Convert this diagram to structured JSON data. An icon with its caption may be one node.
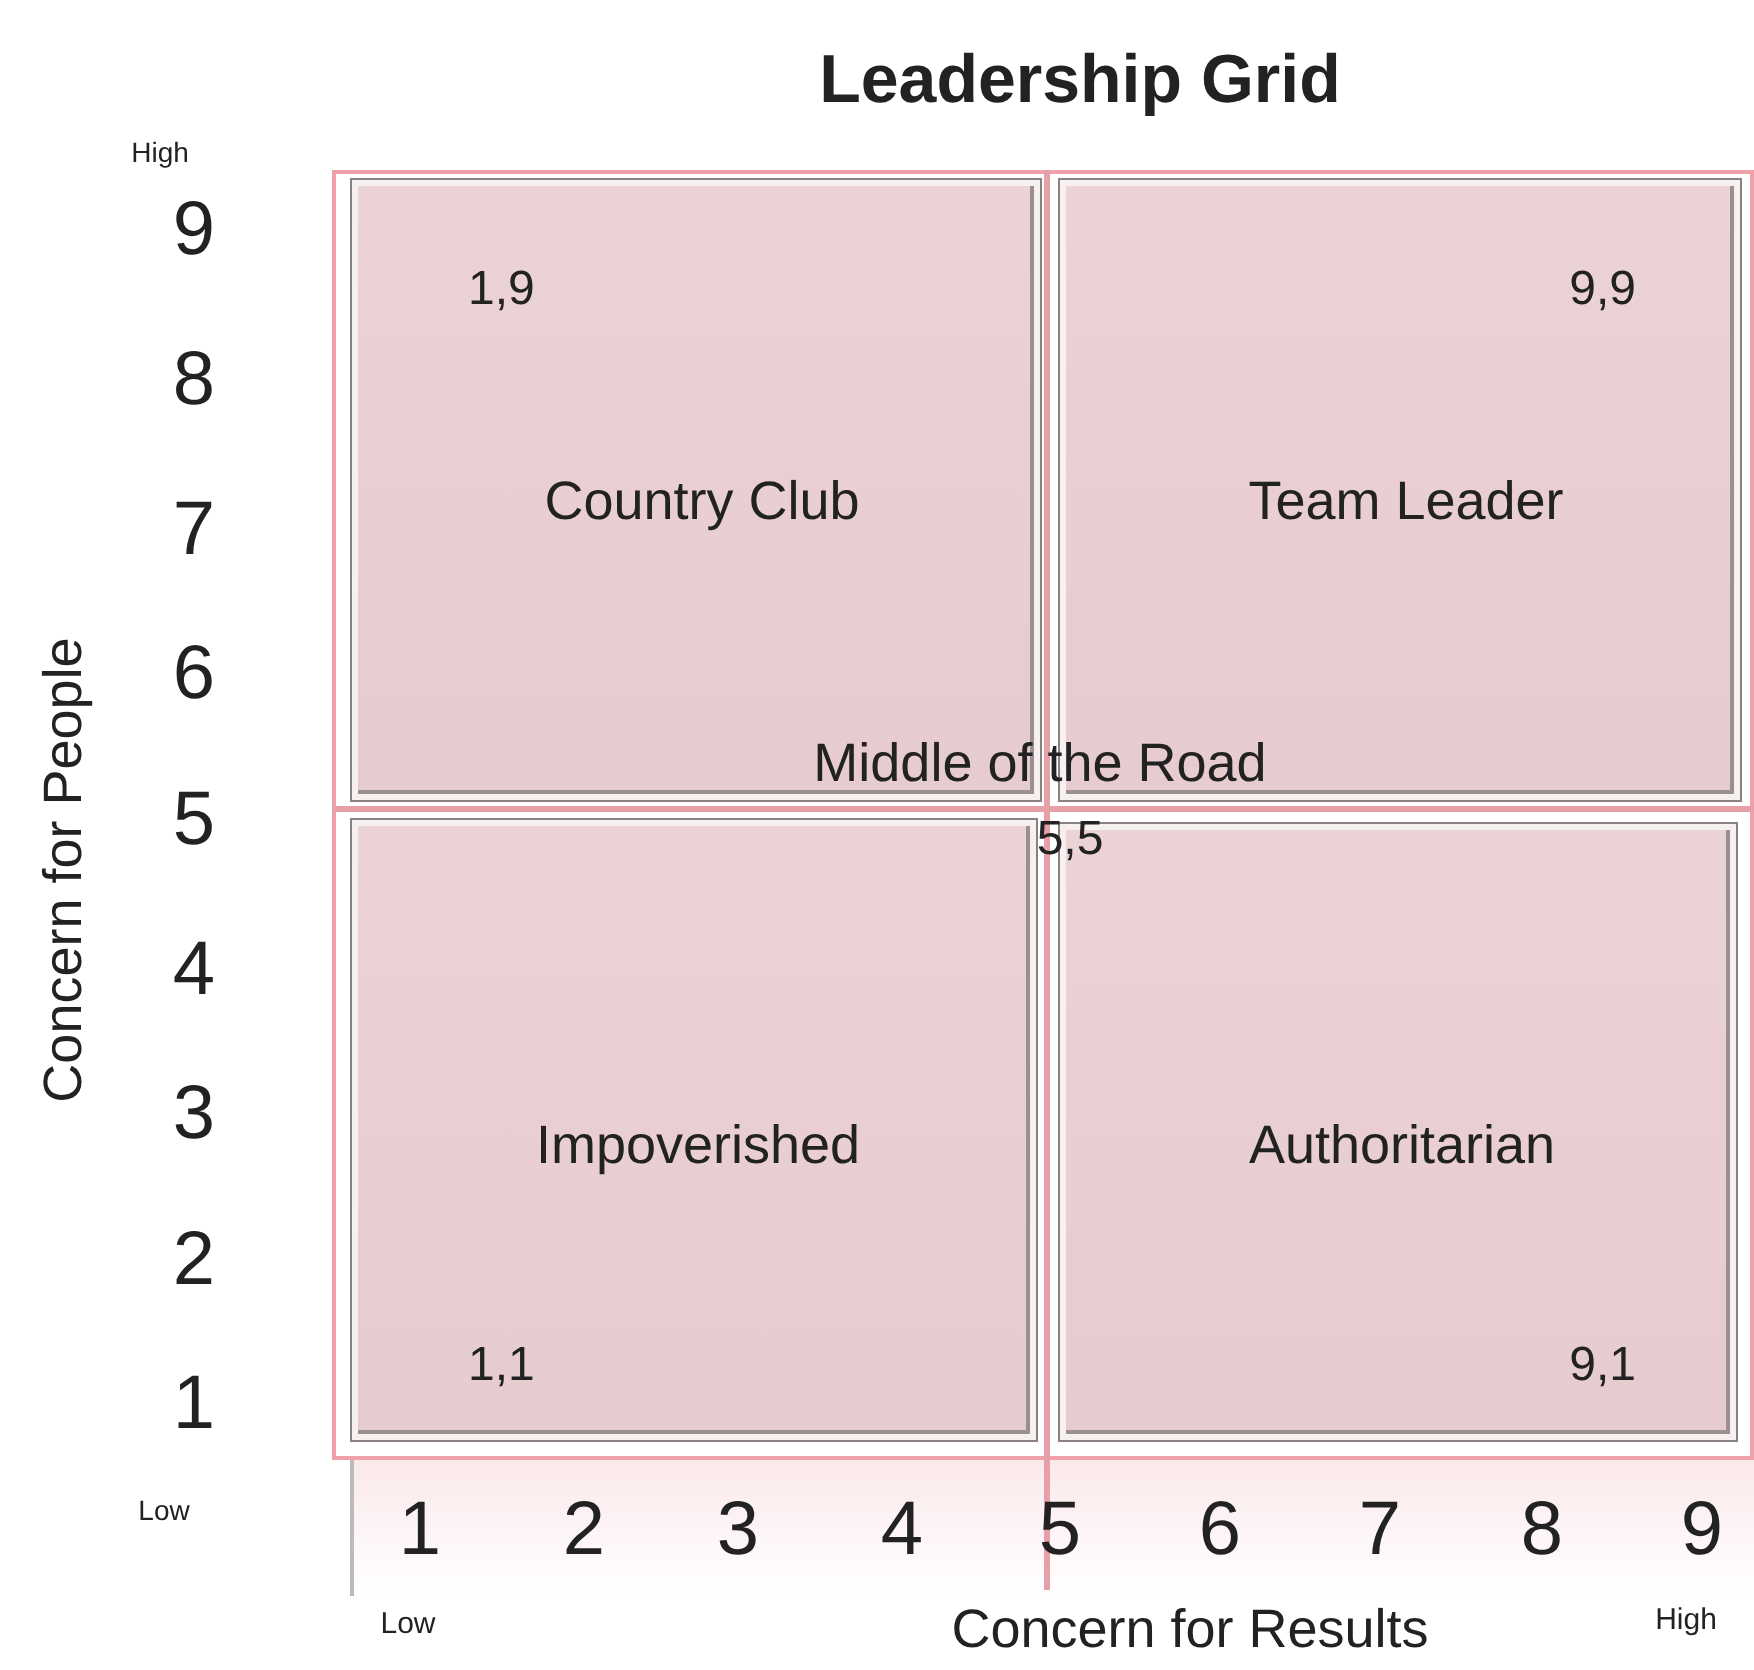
{
  "diagram": {
    "title": "Leadership Grid",
    "nodes": [
      {
        "text": [
          "1,9",
          "Country Club"
        ]
      },
      {
        "text": [
          "9,9",
          "Team Leader"
        ]
      },
      {
        "text": [
          "Impoverished",
          "1,1"
        ]
      },
      {
        "text": [
          "Authoritarian",
          "9,1"
        ]
      }
    ],
    "edges": [],
    "labels": [
      "High",
      "9",
      "8",
      "7",
      "6",
      "5",
      "4",
      "3",
      "2",
      "1",
      "Concern for People",
      "Middle of the Road",
      "5,5",
      "Low",
      "1",
      "2",
      "3",
      "4",
      "5",
      "6",
      "7",
      "8",
      "9",
      "Low",
      "Concern for Results",
      "High"
    ]
  }
}
